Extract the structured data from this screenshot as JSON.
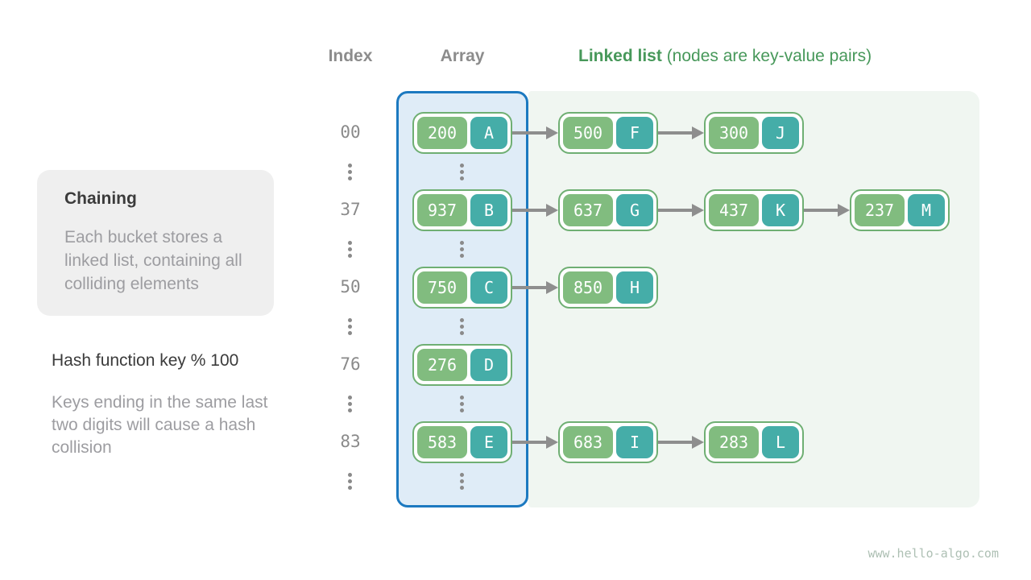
{
  "info_card": {
    "title": "Chaining",
    "body": "Each bucket stores a linked list, containing all colliding elements"
  },
  "hash_note": {
    "title": "Hash function key % 100",
    "body": "Keys ending in the same last two digits will cause a hash collision"
  },
  "headers": {
    "index": "Index",
    "array": "Array",
    "linked_list_bold": "Linked list",
    "linked_list_rest": " (nodes are key-value pairs)"
  },
  "watermark": "www.hello-algo.com",
  "colors": {
    "key_pill": "#81bc7f",
    "value_pill": "#45ada8",
    "node_border": "#6faf73",
    "array_fill": "#dfecf7",
    "array_border": "#1c79c0",
    "list_fill": "#f0f6f1",
    "green_header_text": "#47985a",
    "gray_text": "#8a8a8a"
  },
  "rows": [
    {
      "index": "00",
      "nodes": [
        {
          "key": "200",
          "value": "A"
        },
        {
          "key": "500",
          "value": "F"
        },
        {
          "key": "300",
          "value": "J"
        }
      ]
    },
    {
      "index": "37",
      "nodes": [
        {
          "key": "937",
          "value": "B"
        },
        {
          "key": "637",
          "value": "G"
        },
        {
          "key": "437",
          "value": "K"
        },
        {
          "key": "237",
          "value": "M"
        }
      ]
    },
    {
      "index": "50",
      "nodes": [
        {
          "key": "750",
          "value": "C"
        },
        {
          "key": "850",
          "value": "H"
        }
      ]
    },
    {
      "index": "76",
      "nodes": [
        {
          "key": "276",
          "value": "D"
        }
      ]
    },
    {
      "index": "83",
      "nodes": [
        {
          "key": "583",
          "value": "E"
        },
        {
          "key": "683",
          "value": "I"
        },
        {
          "key": "283",
          "value": "L"
        }
      ]
    }
  ]
}
